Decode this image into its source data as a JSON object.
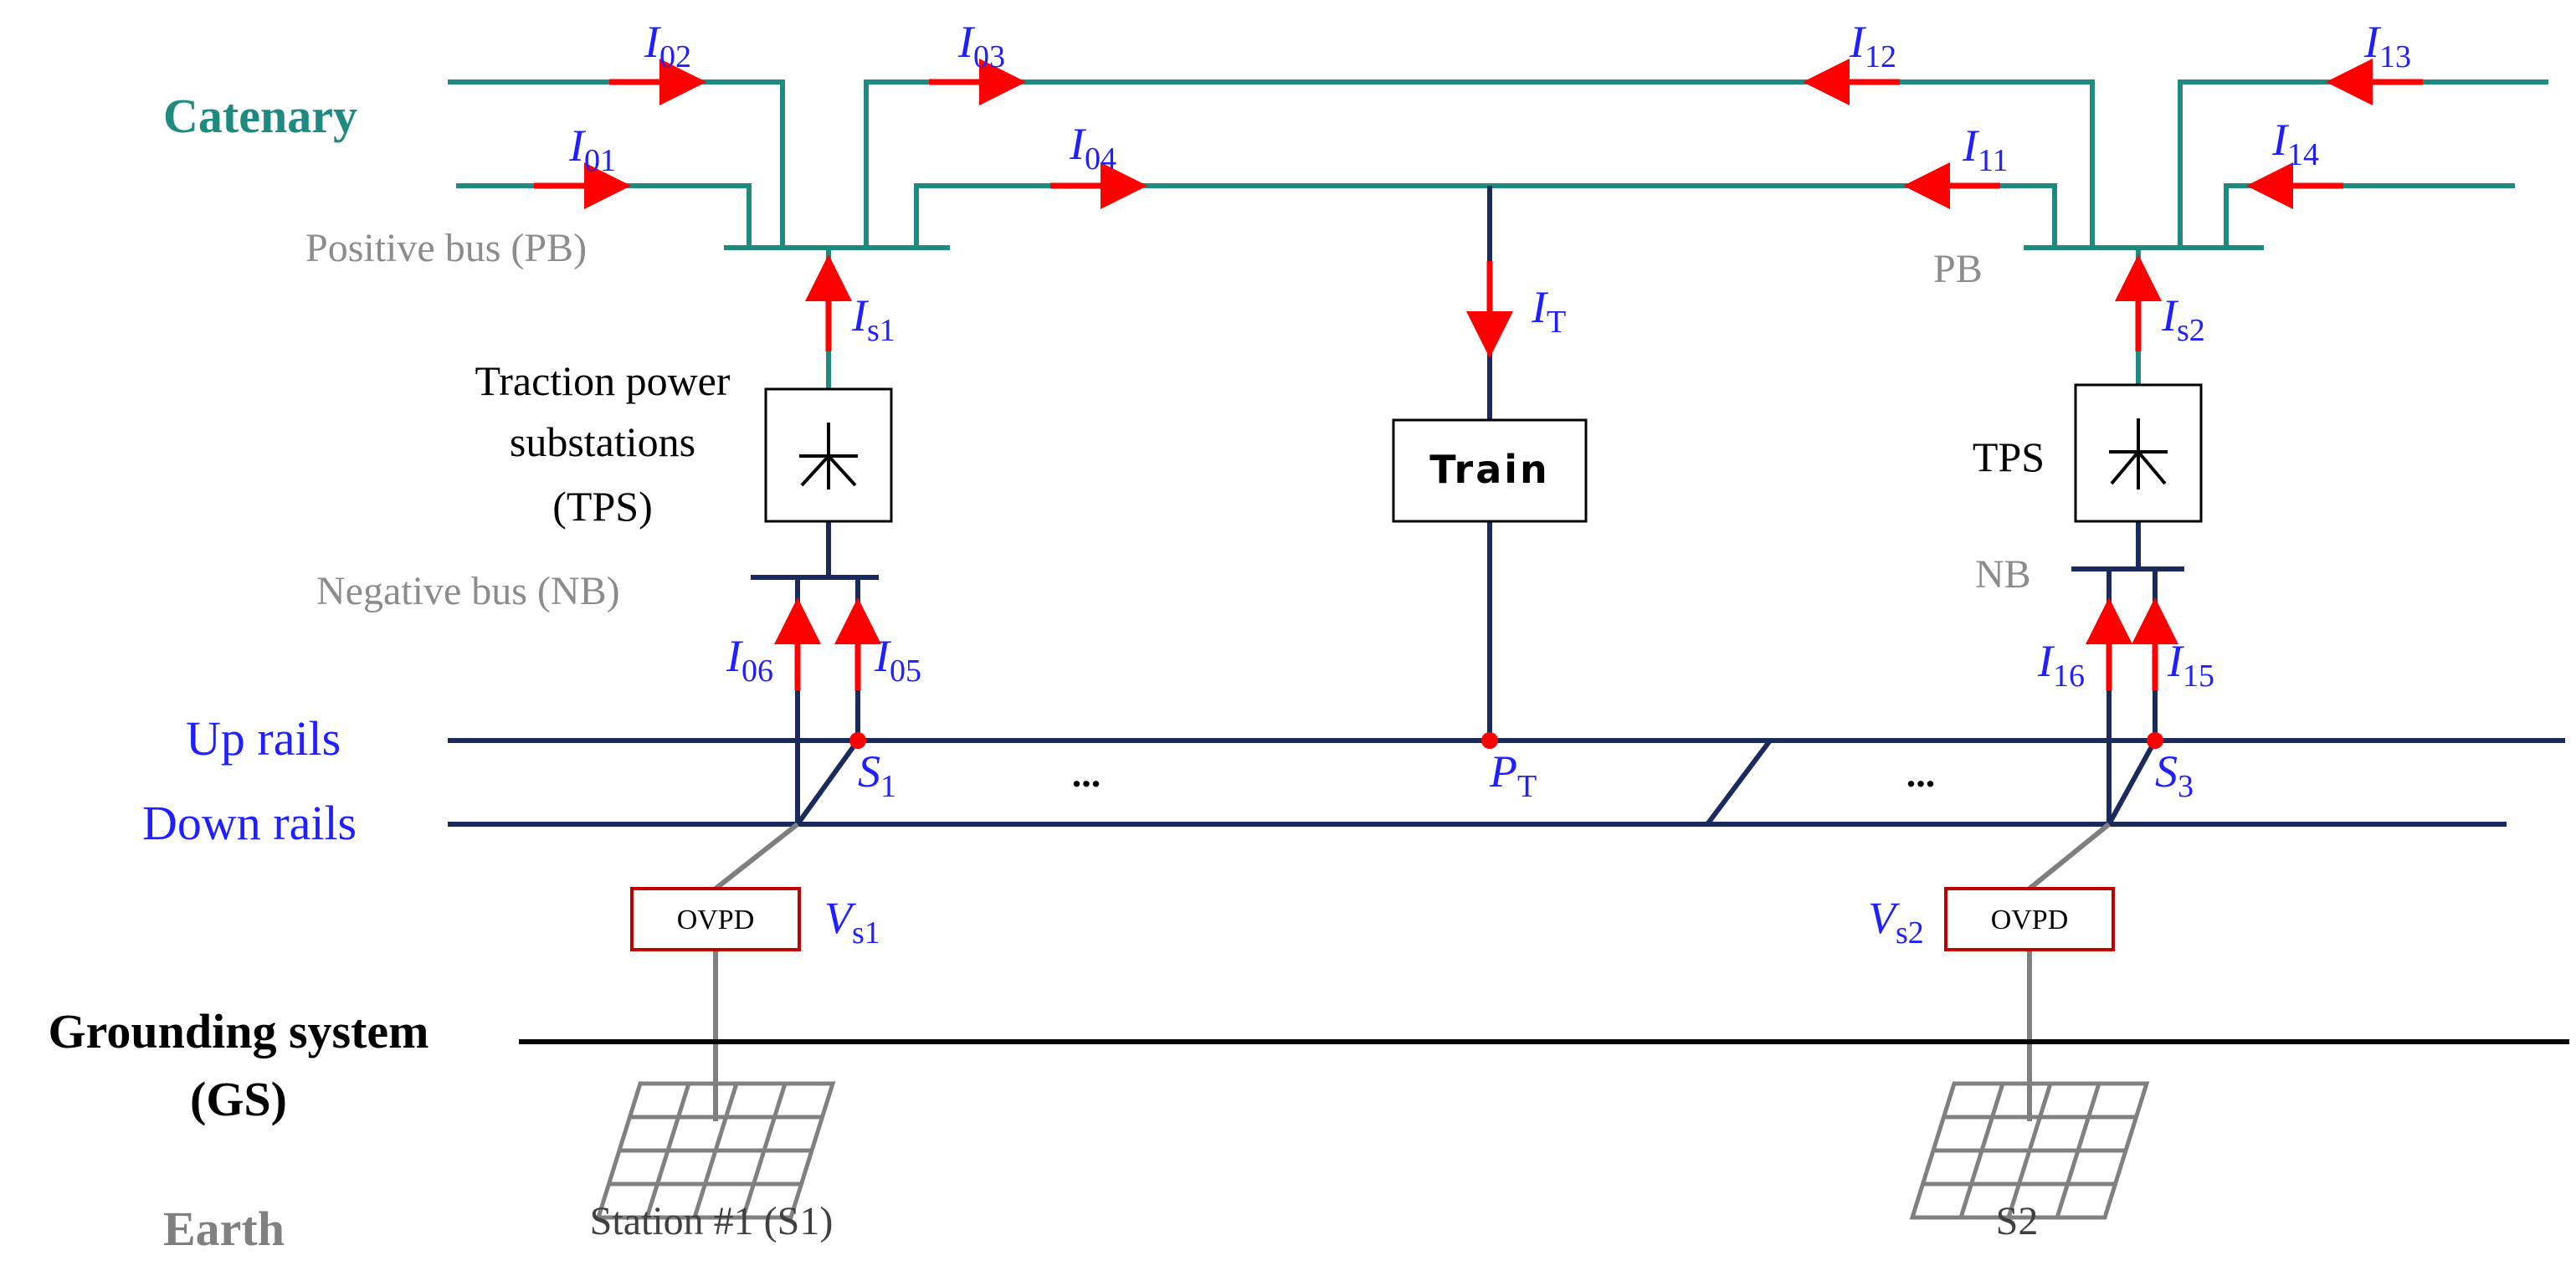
{
  "layers": {
    "catenary": "Catenary",
    "up_rails": "Up rails",
    "down_rails": "Down rails",
    "grounding_line1": "Grounding system",
    "grounding_line2": "(GS)",
    "earth": "Earth"
  },
  "buses": {
    "pb_left": "Positive bus (PB)",
    "pb_right": "PB",
    "nb_left": "Negative bus (NB)",
    "nb_right": "NB"
  },
  "tps": {
    "left_line1": "Traction power",
    "left_line2": "substations",
    "left_line3": "(TPS)",
    "right": "TPS"
  },
  "train": "Train",
  "ovpd_left": "OVPD",
  "ovpd_right": "OVPD",
  "stations": {
    "s1": "Station #1 (S1)",
    "s2": "S2"
  },
  "ellipsis": "...",
  "currents": {
    "i01": {
      "main": "I",
      "sub": "01"
    },
    "i02": {
      "main": "I",
      "sub": "02"
    },
    "i03": {
      "main": "I",
      "sub": "03"
    },
    "i04": {
      "main": "I",
      "sub": "04"
    },
    "i05": {
      "main": "I",
      "sub": "05"
    },
    "i06": {
      "main": "I",
      "sub": "06"
    },
    "i11": {
      "main": "I",
      "sub": "11"
    },
    "i12": {
      "main": "I",
      "sub": "12"
    },
    "i13": {
      "main": "I",
      "sub": "13"
    },
    "i14": {
      "main": "I",
      "sub": "14"
    },
    "i15": {
      "main": "I",
      "sub": "15"
    },
    "i16": {
      "main": "I",
      "sub": "16"
    },
    "is1": {
      "main": "I",
      "sub": "s1"
    },
    "is2": {
      "main": "I",
      "sub": "s2"
    },
    "it": {
      "main": "I",
      "sub": "T"
    }
  },
  "points": {
    "s1": {
      "main": "S",
      "sub": "1"
    },
    "s3": {
      "main": "S",
      "sub": "3"
    },
    "pt": {
      "main": "P",
      "sub": "T"
    }
  },
  "voltages": {
    "vs1": {
      "main": "V",
      "sub": "s1"
    },
    "vs2": {
      "main": "V",
      "sub": "s2"
    }
  },
  "colors": {
    "catenary": "#1e8a80",
    "rails": "#1b2a5c",
    "current_arrow": "#ff0000",
    "label_blue": "#1f1fff",
    "label_gray": "#8c8c8c",
    "ovpd_border": "#c00000"
  }
}
